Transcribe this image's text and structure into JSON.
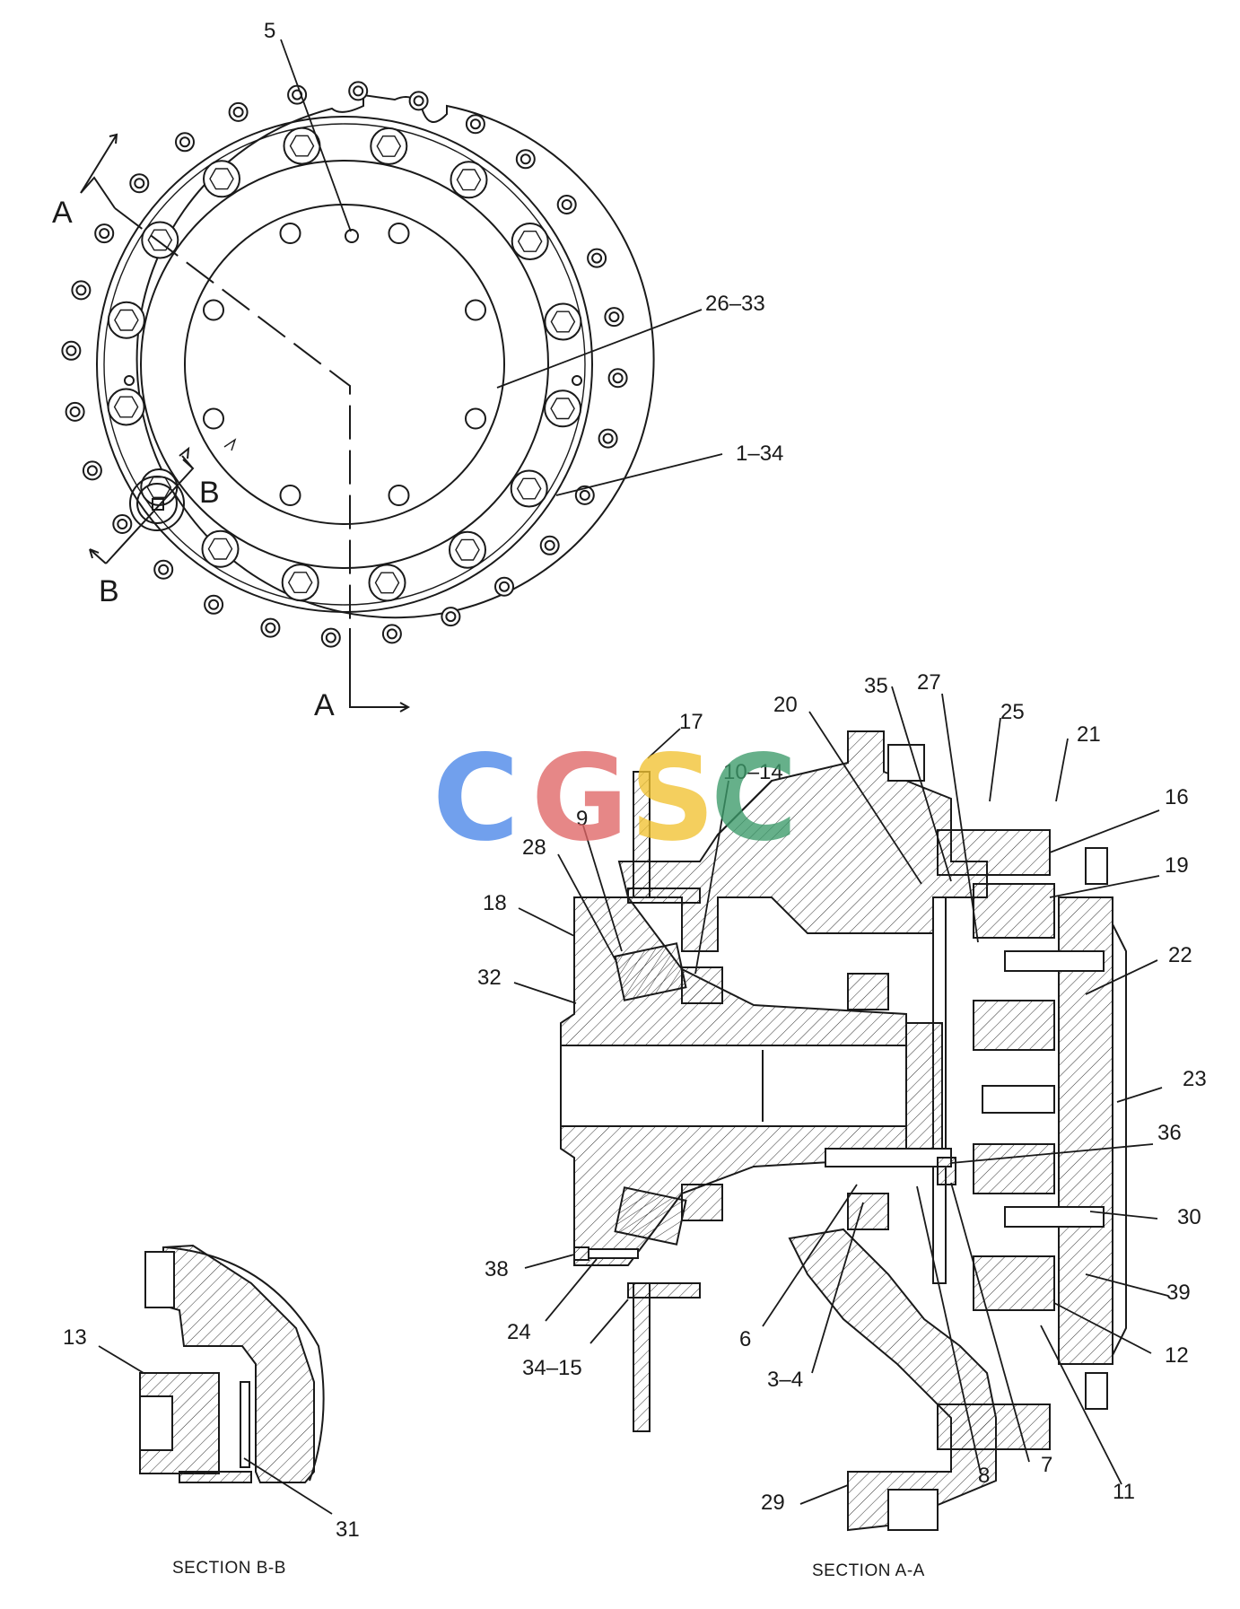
{
  "watermark": {
    "letters": [
      "C",
      "G",
      "S",
      "C"
    ],
    "colors": [
      "#4a86e8",
      "#e06666",
      "#f1c232",
      "#3c9a6a"
    ]
  },
  "section_markers": {
    "a_top": "A",
    "a_bottom": "A",
    "b_right": "B",
    "b_left": "B"
  },
  "captions": {
    "section_bb": "SECTION B-B",
    "section_aa": "SECTION A-A"
  },
  "callouts": {
    "c5": "5",
    "c26_33": "26–33",
    "c1_34": "1–34",
    "c17": "17",
    "c10_14": "10–14",
    "c9": "9",
    "c28": "28",
    "c18": "18",
    "c32": "32",
    "c20": "20",
    "c35": "35",
    "c27": "27",
    "c25": "25",
    "c21": "21",
    "c16": "16",
    "c19": "19",
    "c22": "22",
    "c23": "23",
    "c36": "36",
    "c30": "30",
    "c39": "39",
    "c12": "12",
    "c11": "11",
    "c7": "7",
    "c8": "8",
    "c29": "29",
    "c3_4": "3–4",
    "c6": "6",
    "c34_15": "34–15",
    "c24": "24",
    "c38": "38",
    "c13": "13",
    "c31": "31"
  }
}
